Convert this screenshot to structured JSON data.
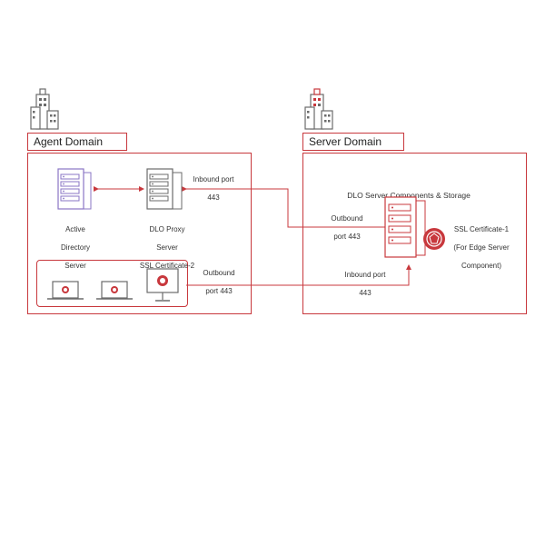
{
  "agent_domain": {
    "title": "Agent Domain",
    "active_directory": [
      "Active",
      "Directory",
      "Server"
    ],
    "proxy": [
      "DLO Proxy",
      "Server",
      "SSL Certificate-2"
    ],
    "inbound": [
      "Inbound port",
      "443"
    ],
    "outbound": [
      "Outbound",
      "port 443"
    ]
  },
  "server_domain": {
    "title": "Server Domain",
    "components": "DLO Server Components & Storage",
    "outbound": [
      "Outbound",
      "port 443"
    ],
    "inbound": [
      "Inbound port",
      "443"
    ],
    "ssl": [
      "SSL Certificate-1",
      "(For Edge Server",
      "Component)"
    ]
  },
  "colors": {
    "accent": "#c8383d",
    "gray_icon": "#9a9a9a",
    "purple_icon": "#8a76c4"
  }
}
